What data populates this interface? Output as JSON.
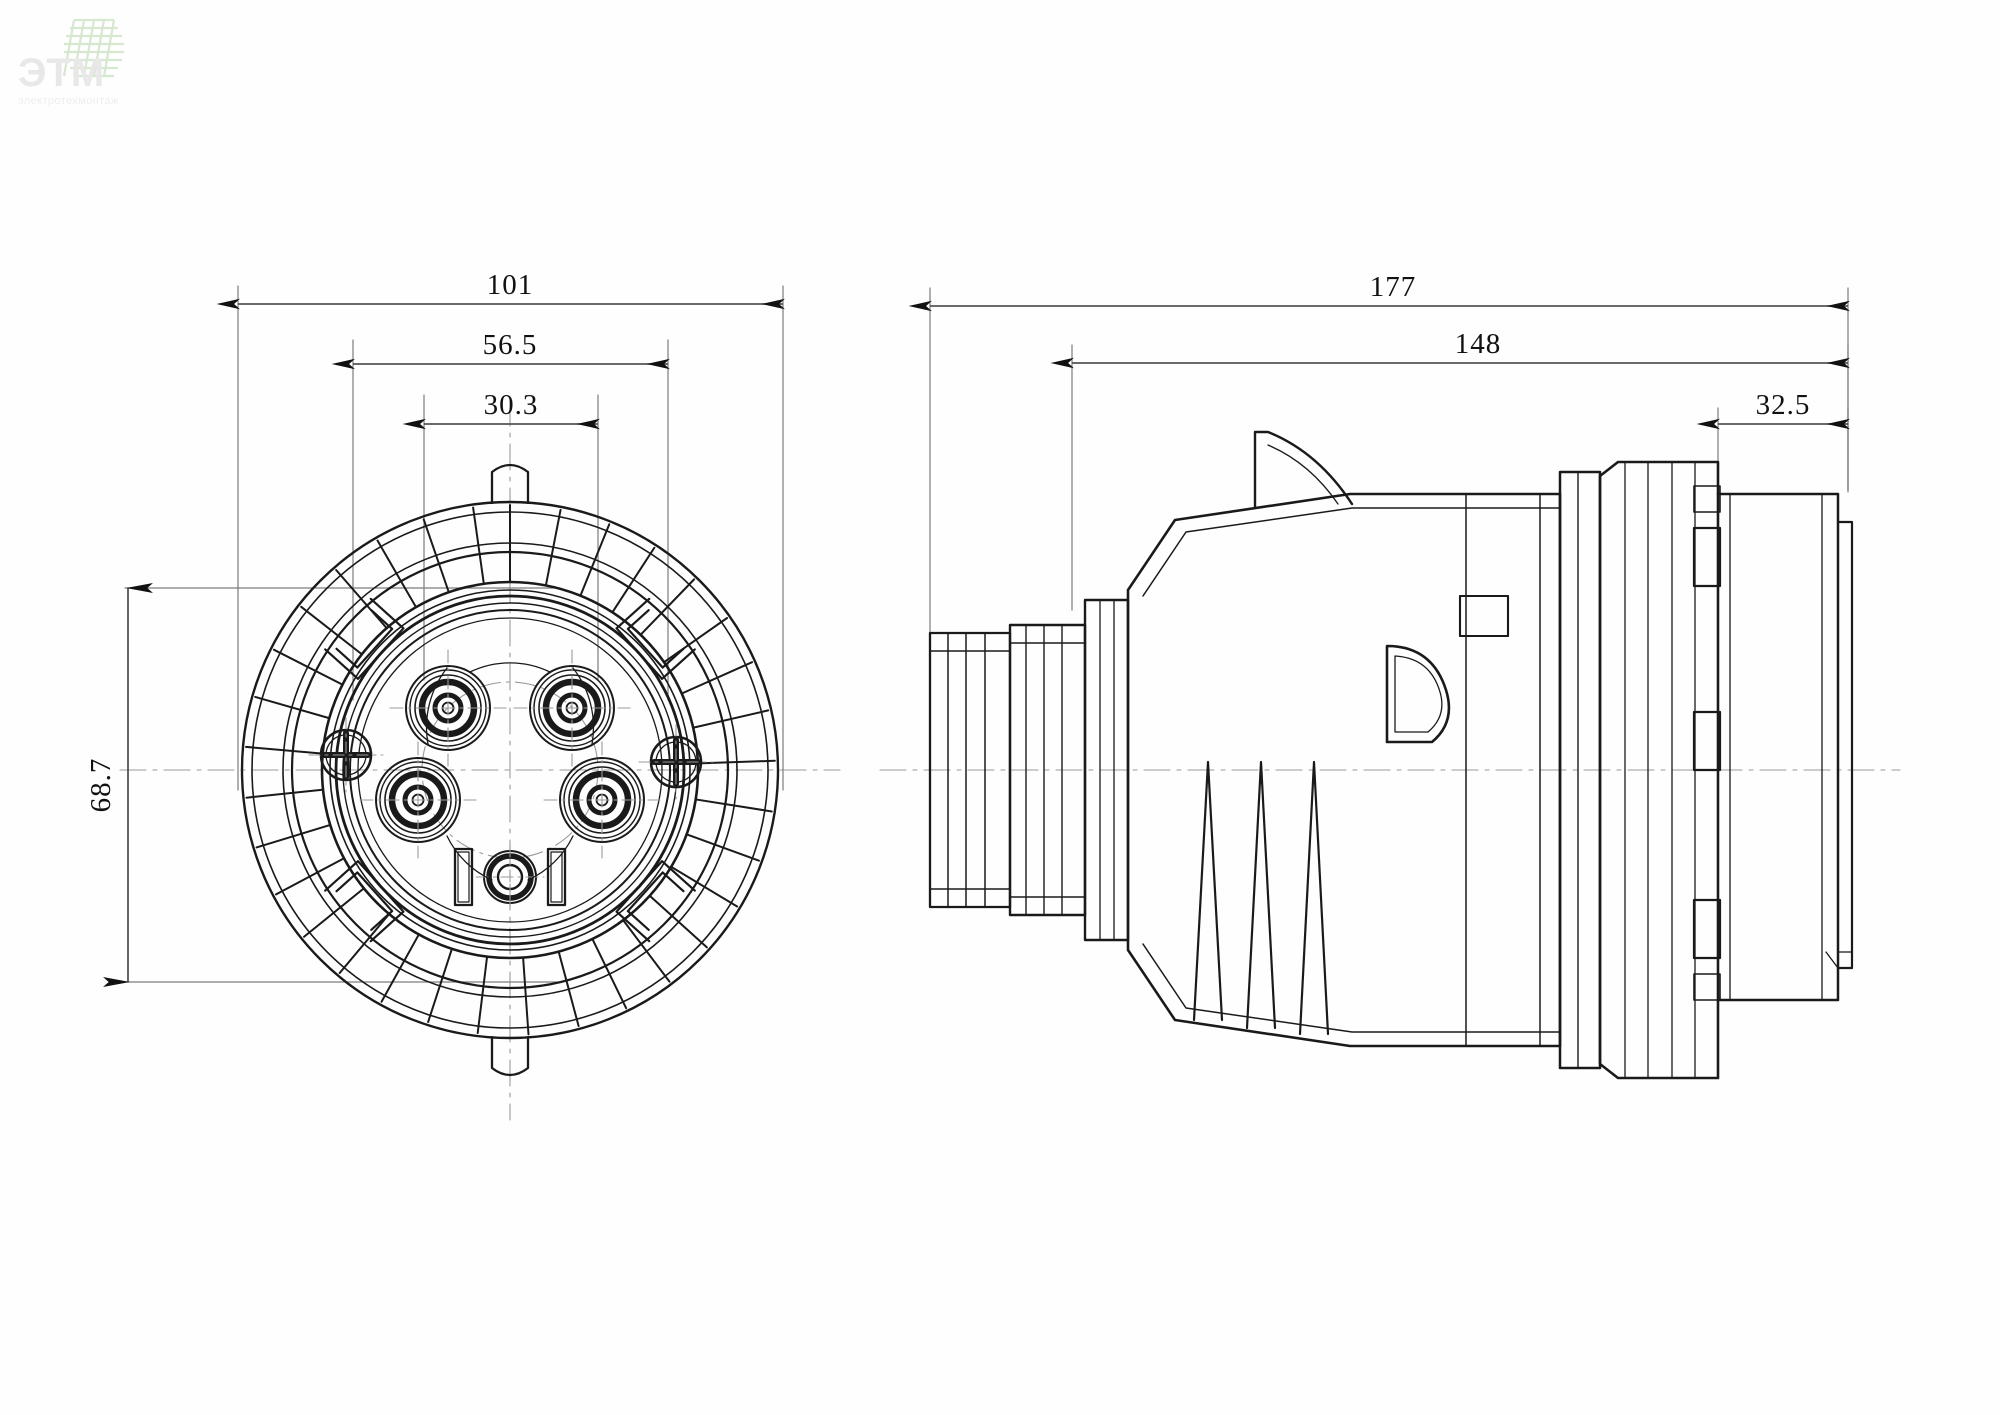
{
  "drawing": {
    "title": "industrial-plug-connector-technical-drawing",
    "type": "2d-engineering-drawing",
    "units": "mm",
    "line_color": "#1a1a1a",
    "center_line_color": "#8a8a8a",
    "dimension_line_color": "#555555",
    "background_color": "#ffffff",
    "views": [
      {
        "id": "front-view",
        "label": "",
        "description": "circular 5-pin plug face with locking ring"
      },
      {
        "id": "side-view",
        "label": "",
        "description": "side profile of plug body with flange"
      }
    ]
  },
  "dimensions": {
    "front_view": [
      {
        "name": "overall-diameter",
        "value": "101",
        "orientation": "horizontal"
      },
      {
        "name": "ring-diameter",
        "value": "56.5",
        "orientation": "horizontal"
      },
      {
        "name": "pin-circle-diameter",
        "value": "30.3",
        "orientation": "horizontal"
      },
      {
        "name": "body-height",
        "value": "68.7",
        "orientation": "vertical"
      }
    ],
    "side_view": [
      {
        "name": "overall-length",
        "value": "177",
        "orientation": "horizontal"
      },
      {
        "name": "body-length",
        "value": "148",
        "orientation": "horizontal"
      },
      {
        "name": "flange-length",
        "value": "32.5",
        "orientation": "horizontal"
      }
    ]
  },
  "watermark": {
    "text": "ЭТМ",
    "sub": "электротехмонтаж"
  }
}
